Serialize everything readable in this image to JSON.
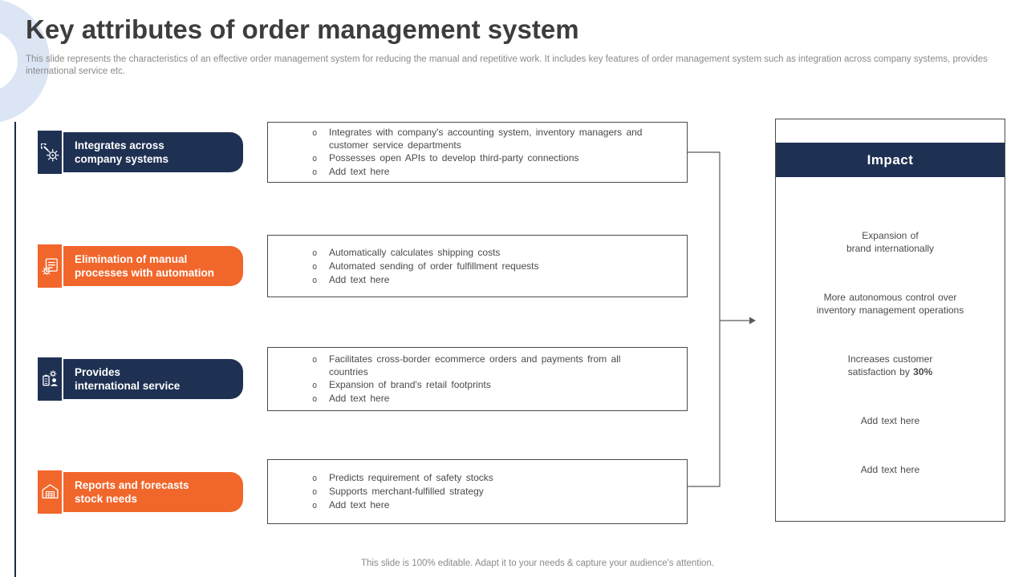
{
  "header": {
    "title": "Key attributes of order management system",
    "subtitle": "This slide represents the characteristics of an effective  order management system for reducing the manual and repetitive work. It includes key features of order management system such as integration across company systems, provides international service etc."
  },
  "attributes": [
    {
      "label": "Integrates across\ncompany systems",
      "icon": "gear-wrench-icon",
      "color": "navy",
      "bullets": [
        "Integrates with company's accounting system, inventory managers and customer service departments",
        "Possesses open APIs to develop third-party connections",
        "Add text here"
      ]
    },
    {
      "label": "Elimination of manual\nprocesses with automation",
      "icon": "document-gear-icon",
      "color": "orange",
      "bullets": [
        "Automatically calculates shipping costs",
        "Automated sending of order fulfillment requests",
        "Add text here"
      ]
    },
    {
      "label": "Provides\ninternational service",
      "icon": "clipboard-person-gear-icon",
      "color": "navy",
      "bullets": [
        "Facilitates cross-border ecommerce orders and payments from all countries",
        "Expansion of brand's retail footprints",
        "Add text here"
      ]
    },
    {
      "label": "Reports and forecasts\nstock needs",
      "icon": "warehouse-icon",
      "color": "orange",
      "bullets": [
        "Predicts requirement of safety stocks",
        "Supports merchant-fulfilled strategy",
        "Add text here"
      ]
    }
  ],
  "impact": {
    "title": "Impact",
    "items": [
      {
        "text": "Expansion of\nbrand internationally"
      },
      {
        "text": "More autonomous control over\ninventory management operations"
      },
      {
        "text": "Increases customer\nsatisfaction by ",
        "bold": "30%"
      },
      {
        "text": "Add text here"
      },
      {
        "text": "Add text here"
      }
    ]
  },
  "footer": {
    "note": "This slide is 100% editable. Adapt it to your needs & capture your audience's attention."
  },
  "bullet_glyph": "o",
  "colors": {
    "navy": "#1f3153",
    "orange": "#f1662b",
    "ring": "#dbe5f4"
  }
}
